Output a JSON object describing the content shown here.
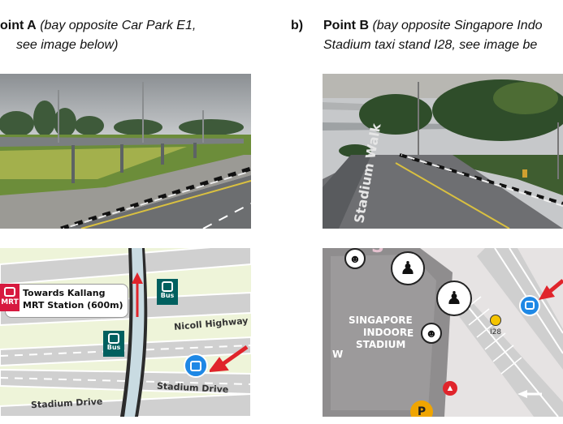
{
  "left": {
    "label": "oint A",
    "desc_line1": "(bay opposite Car Park E1,",
    "desc_line2": "see image below)",
    "map": {
      "towards_line1": "Towards Kallang",
      "towards_line2": "MRT Station (600m)",
      "mrt_badge": "MRT",
      "bus_badge": "Bus",
      "bus_badge2": "Bus",
      "road_nicoll": "Nicoll Highway",
      "road_stadium_right": "Stadium Drive",
      "road_stadium_bottom": "Stadium Drive"
    }
  },
  "right": {
    "marker": "b)",
    "label": "Point B",
    "desc_line1": "(bay opposite Singapore Indo",
    "desc_line2": "Stadium taxi stand I28, see image be",
    "map": {
      "venue_line1": "SINGAPORE",
      "venue_line2": "INDOOR",
      "venue_line3": "STADIUM",
      "taxi_code": "I28",
      "letter_e": "E",
      "letter_w": "W",
      "letter_p": "P",
      "road_text": "Stadium Walk",
      "cut_letter": "S"
    }
  },
  "colors": {
    "arrow_red": "#e0242b",
    "mrt_red": "#d7193f",
    "bus_teal": "#00605f",
    "bus_blue": "#1e88e5",
    "road_grey": "#cfcfcf",
    "map_bg": "#eef4d9"
  }
}
